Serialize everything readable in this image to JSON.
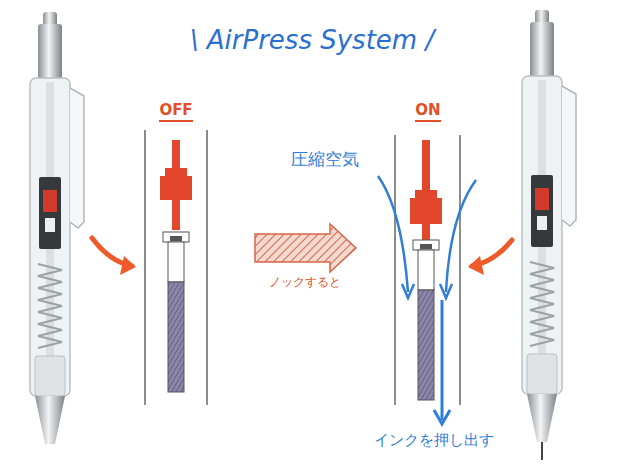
{
  "diagram": {
    "title": "\\ AirPress System /",
    "labels": [
      "OFF",
      "ON",
      "圧縮空気",
      "ノックすると",
      "インクを押し出す"
    ]
  }
}
